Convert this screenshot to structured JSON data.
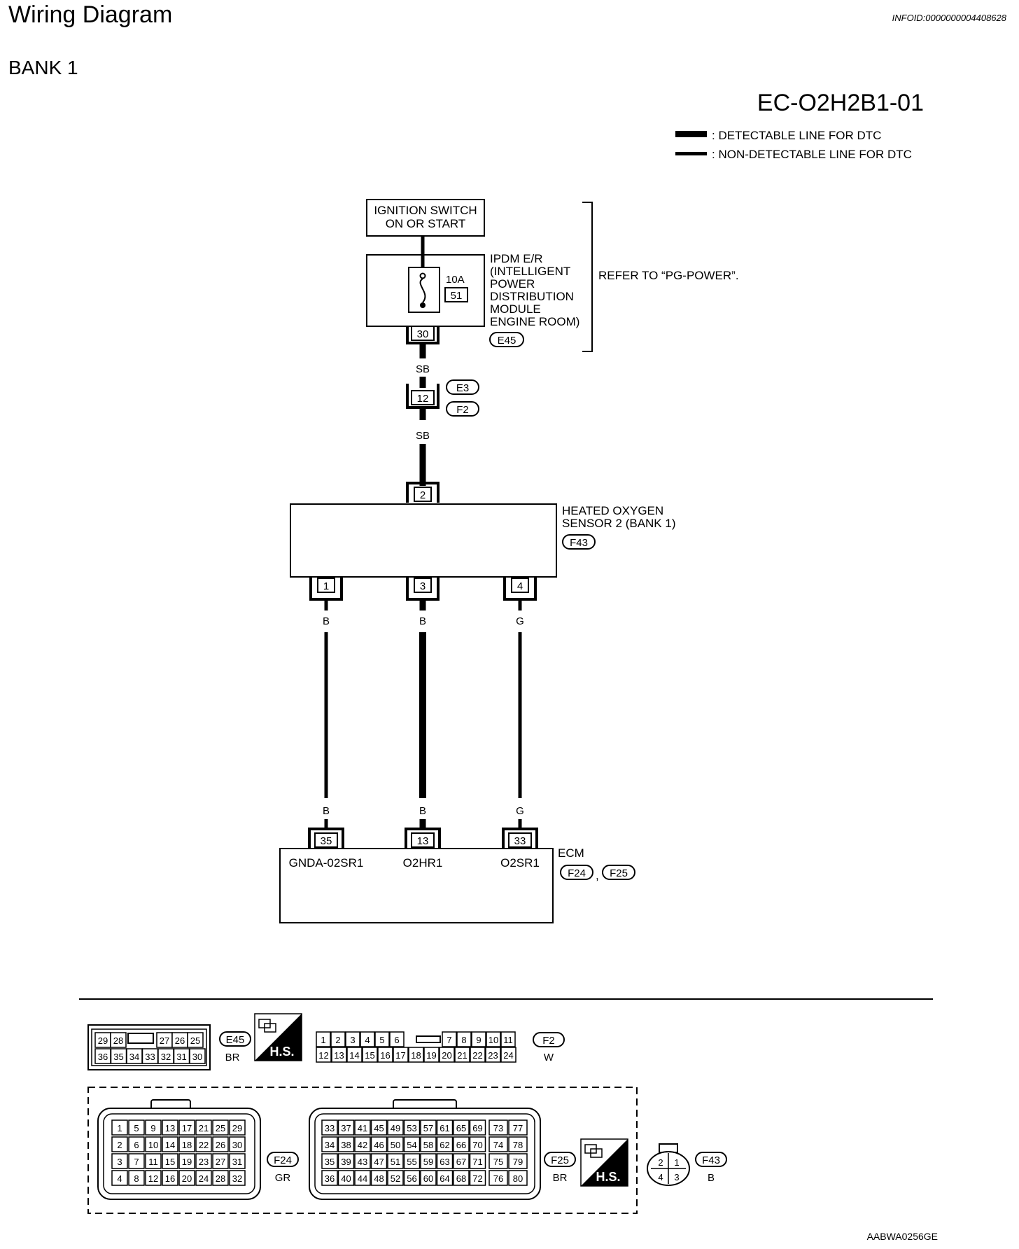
{
  "page": {
    "title": "Wiring Diagram",
    "info_id": "INFOID:0000000004408628",
    "section": "BANK 1",
    "diagram_code": "EC-O2H2B1-01",
    "figure_id": "AABWA0256GE"
  },
  "legend": {
    "detectable": ": DETECTABLE LINE FOR DTC",
    "non_detectable": ": NON-DETECTABLE LINE FOR DTC"
  },
  "ignition": {
    "line1": "IGNITION SWITCH",
    "line2": "ON OR START"
  },
  "ipdm": {
    "lines": [
      "IPDM E/R",
      "(INTELLIGENT",
      "POWER",
      "DISTRIBUTION",
      "MODULE",
      "ENGINE ROOM)"
    ],
    "fuse_rating": "10A",
    "fuse_number": "51",
    "terminal": "30",
    "connector": "E45",
    "refer_note": "REFER TO “PG-POWER”."
  },
  "wire_colors": {
    "sb_top": "SB",
    "sb_bottom": "SB",
    "w1_top": "B",
    "w1_bottom": "B",
    "w3_top": "B",
    "w3_bottom": "B",
    "w4_top": "G",
    "w4_bottom": "G"
  },
  "junction": {
    "terminal": "12",
    "connector_a": "E3",
    "connector_b": "F2"
  },
  "sensor": {
    "line1": "HEATED OXYGEN",
    "line2": "SENSOR 2 (BANK 1)",
    "connector": "F43",
    "terminal_top": "2",
    "terminals_bottom": [
      "1",
      "3",
      "4"
    ]
  },
  "ecm": {
    "label": "ECM",
    "connector_a": "F24",
    "separator": ",",
    "connector_b": "F25",
    "terminals": [
      "35",
      "13",
      "33"
    ],
    "signals": [
      "GNDA-02SR1",
      "O2HR1",
      "O2SR1"
    ]
  },
  "connector_views": {
    "e45": {
      "id": "E45",
      "color": "BR",
      "top": [
        "29",
        "28",
        "27",
        "26",
        "25"
      ],
      "bottom": [
        "36",
        "35",
        "34",
        "33",
        "32",
        "31",
        "30"
      ]
    },
    "hs": "H.S.",
    "f2": {
      "id": "F2",
      "color": "W",
      "top": [
        "1",
        "2",
        "3",
        "4",
        "5",
        "6",
        "7",
        "8",
        "9",
        "10",
        "11"
      ],
      "bottom": [
        "12",
        "13",
        "14",
        "15",
        "16",
        "17",
        "18",
        "19",
        "20",
        "21",
        "22",
        "23",
        "24"
      ]
    },
    "f24": {
      "id": "F24",
      "color": "GR",
      "rows": [
        [
          "1",
          "5",
          "9",
          "13",
          "17",
          "21",
          "25",
          "29"
        ],
        [
          "2",
          "6",
          "10",
          "14",
          "18",
          "22",
          "26",
          "30"
        ],
        [
          "3",
          "7",
          "11",
          "15",
          "19",
          "23",
          "27",
          "31"
        ],
        [
          "4",
          "8",
          "12",
          "16",
          "20",
          "24",
          "28",
          "32"
        ]
      ]
    },
    "f25": {
      "id": "F25",
      "color": "BR",
      "rows": [
        [
          "33",
          "37",
          "41",
          "45",
          "49",
          "53",
          "57",
          "61",
          "65",
          "69",
          "73",
          "77"
        ],
        [
          "34",
          "38",
          "42",
          "46",
          "50",
          "54",
          "58",
          "62",
          "66",
          "70",
          "74",
          "78"
        ],
        [
          "35",
          "39",
          "43",
          "47",
          "51",
          "55",
          "59",
          "63",
          "67",
          "71",
          "75",
          "79"
        ],
        [
          "36",
          "40",
          "44",
          "48",
          "52",
          "56",
          "60",
          "64",
          "68",
          "72",
          "76",
          "80"
        ]
      ]
    },
    "f43": {
      "id": "F43",
      "color": "B",
      "top": [
        "2",
        "1"
      ],
      "bottom": [
        "4",
        "3"
      ]
    }
  }
}
